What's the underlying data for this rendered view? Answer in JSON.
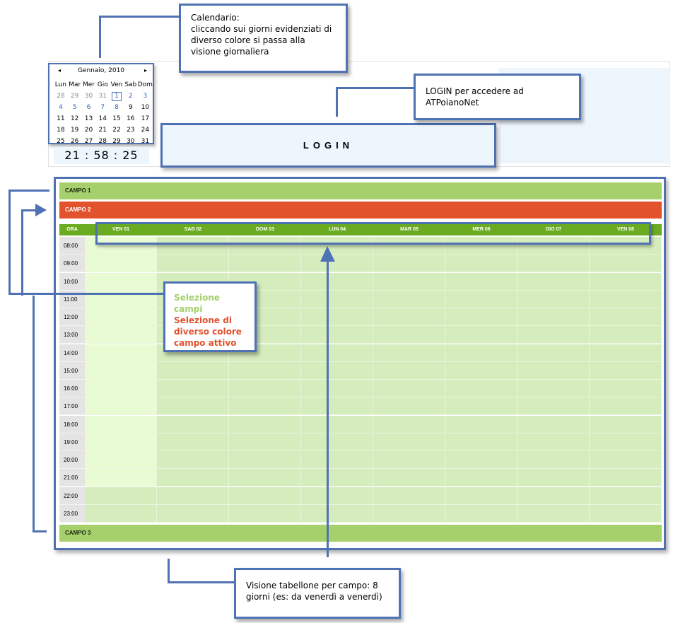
{
  "calendar": {
    "month_label": "Gennaio, 2010",
    "prev_glyph": "◂",
    "next_glyph": "▸",
    "weekdays": [
      "Lun",
      "Mar",
      "Mer",
      "Gio",
      "Ven",
      "Sab",
      "Dom"
    ],
    "weeks": [
      [
        "28",
        "29",
        "30",
        "31",
        "1",
        "2",
        "3"
      ],
      [
        "4",
        "5",
        "6",
        "7",
        "8",
        "9",
        "10"
      ],
      [
        "11",
        "12",
        "13",
        "14",
        "15",
        "16",
        "17"
      ],
      [
        "18",
        "19",
        "20",
        "21",
        "22",
        "23",
        "24"
      ],
      [
        "25",
        "26",
        "27",
        "28",
        "29",
        "30",
        "31"
      ]
    ]
  },
  "clock": "21 : 58 : 25",
  "login_label": "LOGIN",
  "campi": {
    "campo1": "CAMPO 1",
    "campo2": "CAMPO 2",
    "campo3": "CAMPO 3"
  },
  "schedule": {
    "ora_label": "ORA",
    "days": [
      "VEN 01",
      "SAB 02",
      "DOM 03",
      "LUN 04",
      "MAR 05",
      "MER 06",
      "GIO 07",
      "VEN 08"
    ],
    "hours": [
      "08:00",
      "09:00",
      "10:00",
      "11:00",
      "12:00",
      "13:00",
      "14:00",
      "15:00",
      "16:00",
      "17:00",
      "18:00",
      "19:00",
      "20:00",
      "21:00",
      "22:00",
      "23:00"
    ]
  },
  "callouts": {
    "calendario": {
      "title": "Calendario:",
      "text": "cliccando sui giorni evidenziati di diverso colore si passa alla visione giornaliera"
    },
    "login": "LOGIN per accedere ad ATPoianoNet",
    "selezione": {
      "line1": "Selezione campi",
      "line2": "Selezione di diverso colore campo attivo"
    },
    "tabellone": "Visione tabellone per campo: 8 giorni (es: da venerdì a venerdì)"
  },
  "colors": {
    "callout_border": "#4f72b4",
    "campo": "#a5d06b",
    "campo_active": "#e1522d",
    "day_header": "#6aab22",
    "slot": "#d5ecbd",
    "slot_today": "#e8fbd2"
  }
}
